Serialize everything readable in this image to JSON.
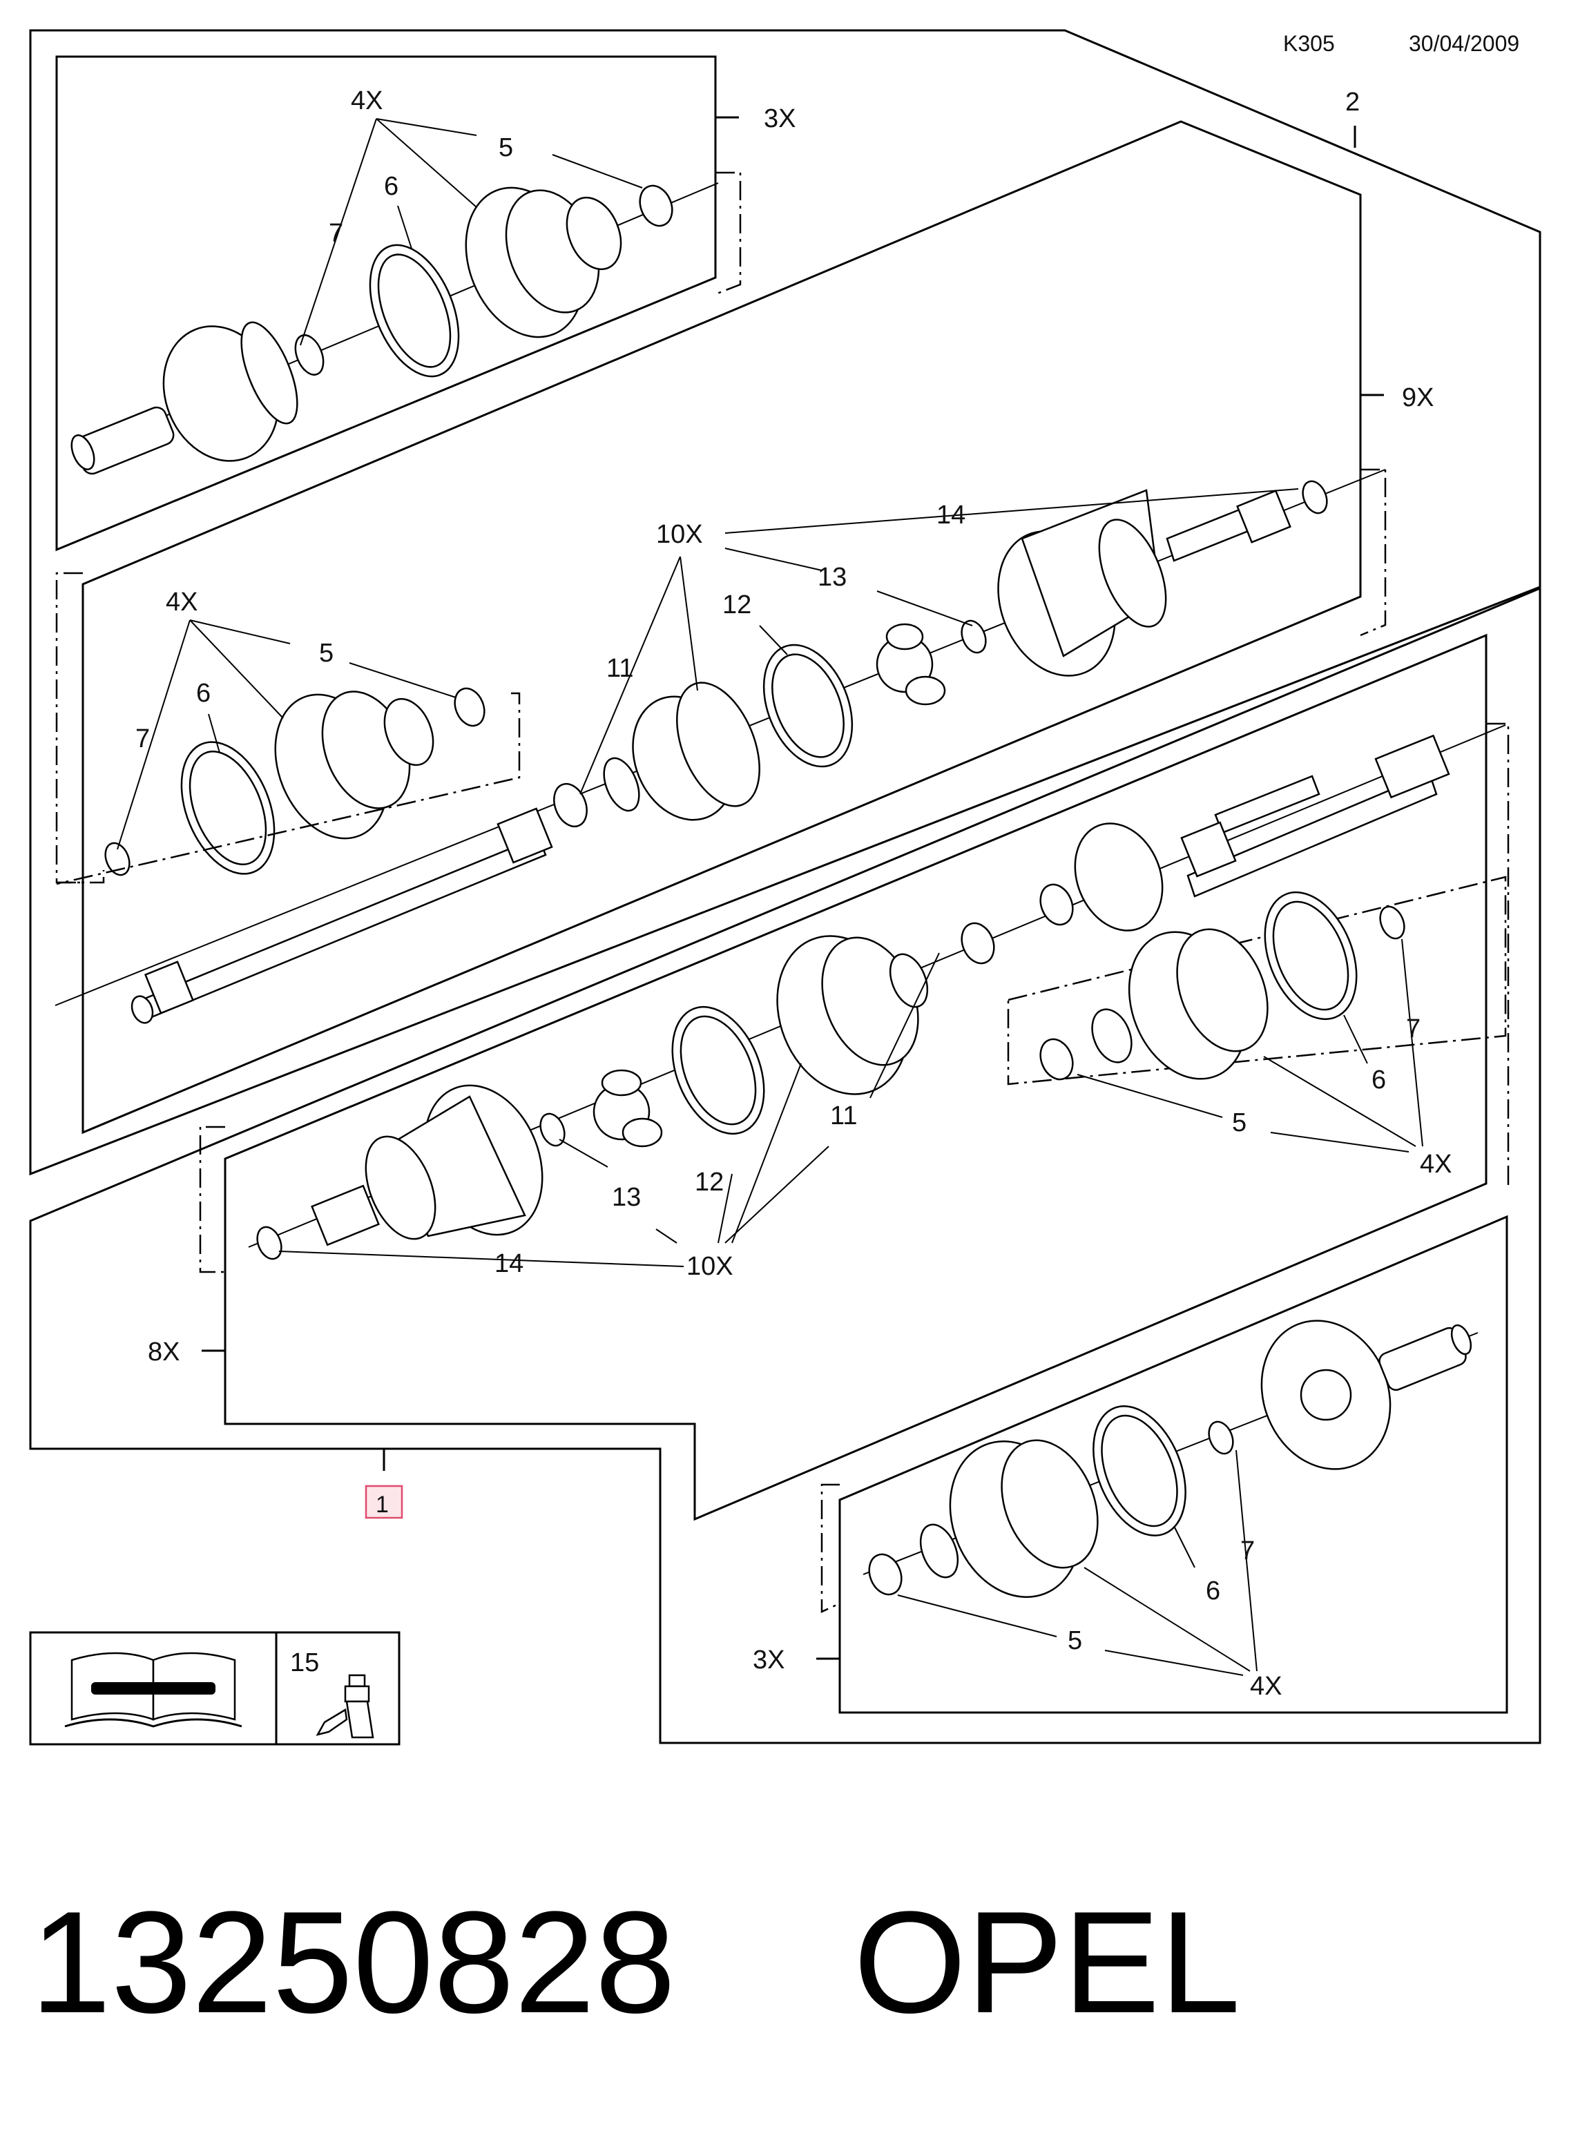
{
  "header": {
    "code": "K305",
    "date": "30/04/2009"
  },
  "assembly_ref": "2",
  "ref_box": "1",
  "kit_item": "15",
  "groups": {
    "top_outer": {
      "qty": "3X",
      "clamp": "4X",
      "parts": [
        "5",
        "6",
        "7"
      ]
    },
    "upper_shaft": {
      "qty": "9X",
      "outer": {
        "clamp": "4X",
        "parts": [
          "5",
          "6",
          "7"
        ]
      },
      "inner": {
        "clamp": "10X",
        "parts": [
          "11",
          "12",
          "13",
          "14"
        ]
      }
    },
    "lower_shaft": {
      "qty": "8X",
      "inner": {
        "clamp": "10X",
        "parts": [
          "11",
          "12",
          "13",
          "14"
        ]
      },
      "outer": {
        "clamp": "4X",
        "parts": [
          "5",
          "6",
          "7"
        ]
      }
    },
    "bottom_outer": {
      "qty": "3X",
      "clamp": "4X",
      "parts": [
        "5",
        "6",
        "7"
      ]
    }
  },
  "footer": {
    "part_number": "13250828",
    "brand": "OPEL"
  }
}
